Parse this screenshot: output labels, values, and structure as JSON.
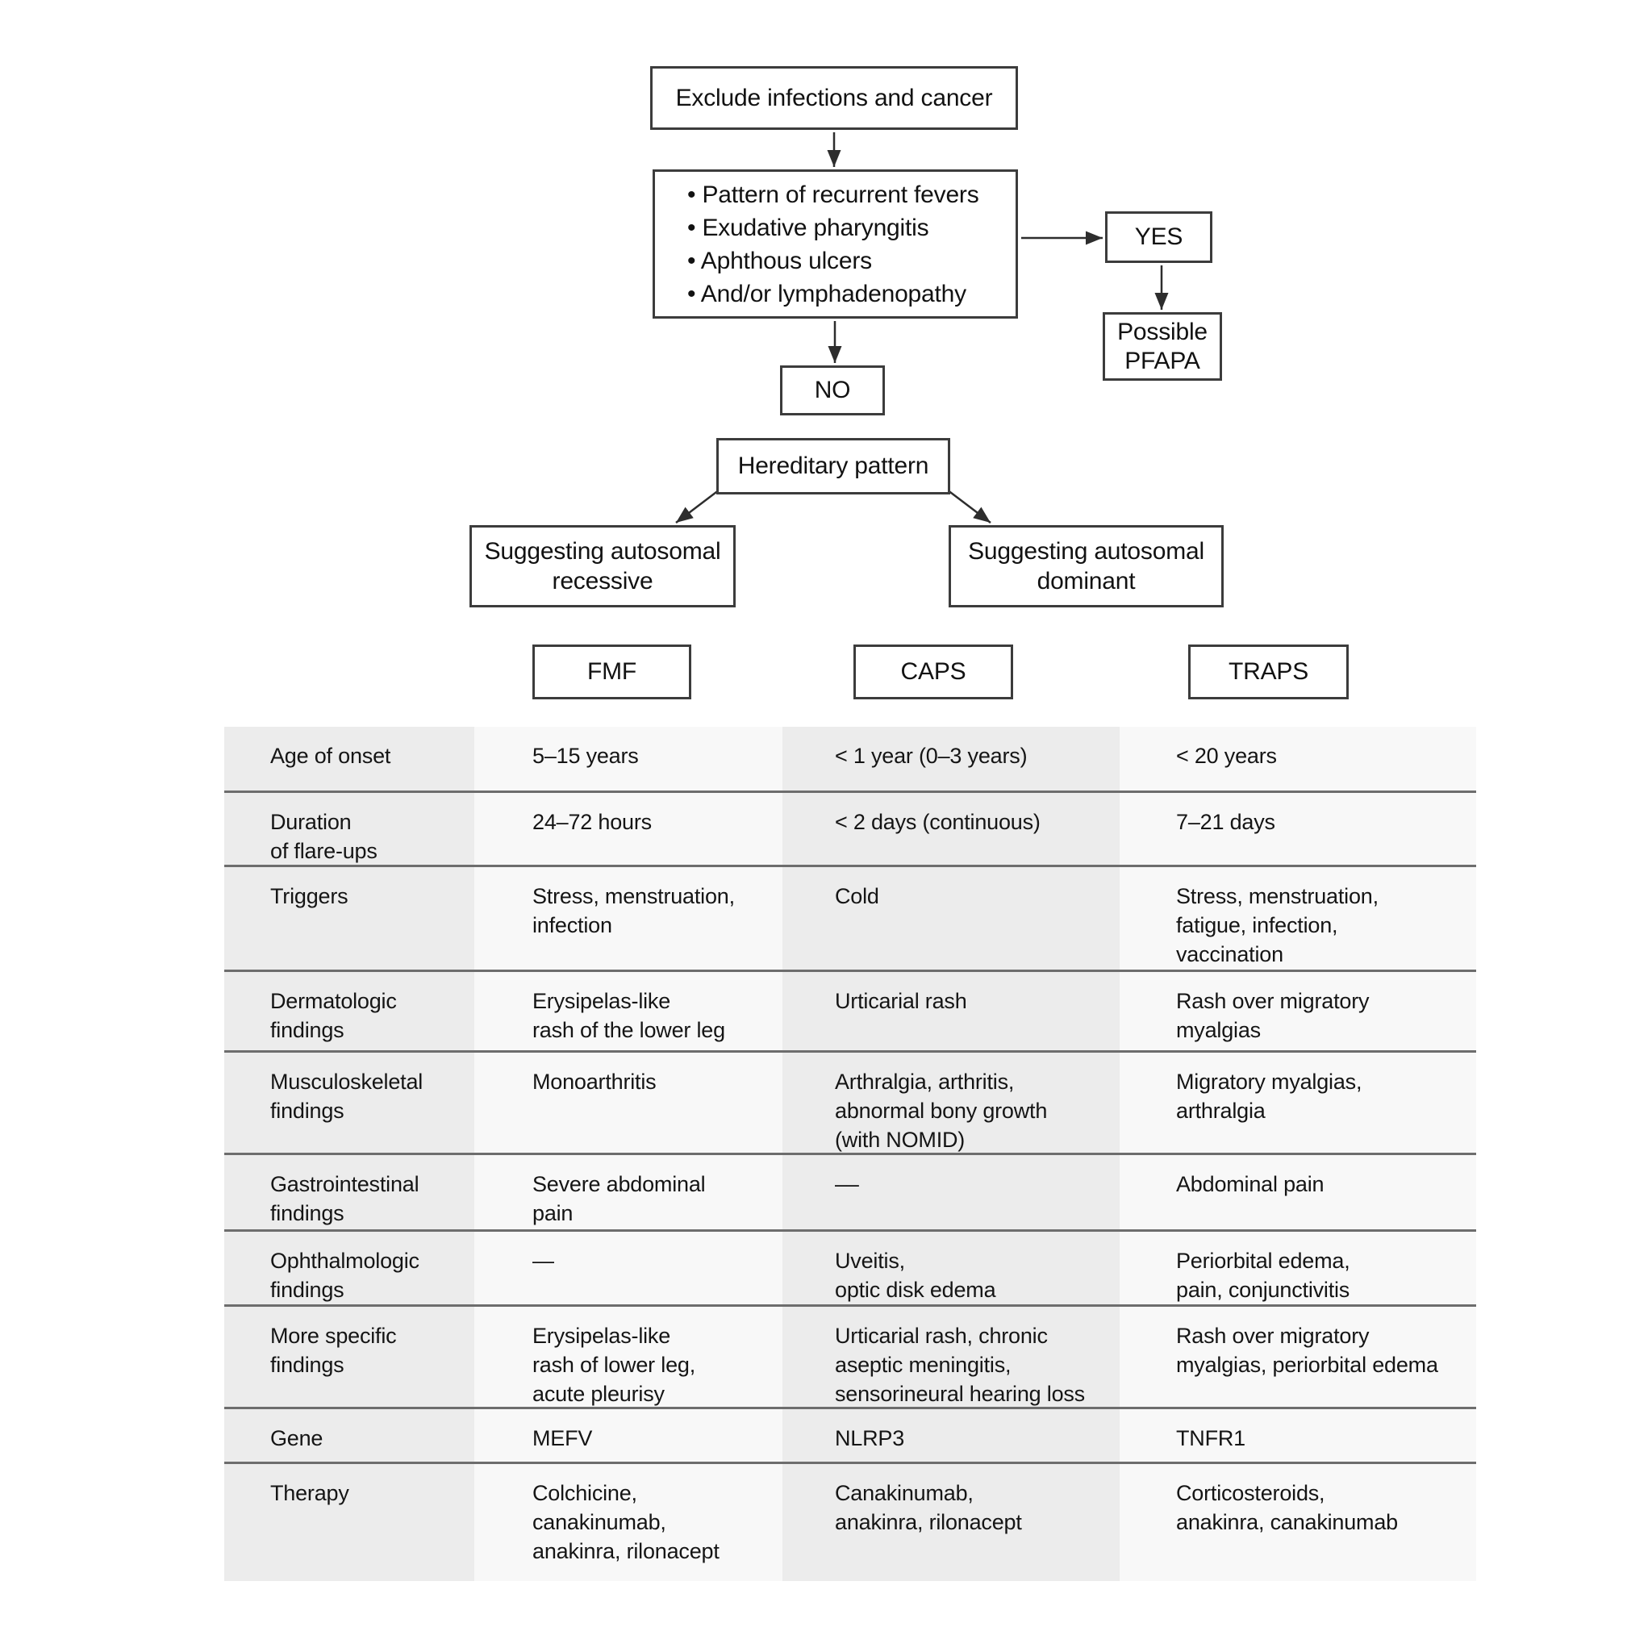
{
  "flowchart": {
    "exclude_box": "Exclude infections and cancer",
    "criteria_box": "• Pattern of recurrent fevers\n• Exudative pharyngitis\n• Aphthous ulcers\n• And/or lymphadenopathy",
    "yes_box": "YES",
    "pfapa_box": "Possible\nPFAPA",
    "no_box": "NO",
    "hereditary_box": "Hereditary pattern",
    "recessive_box": "Suggesting autosomal\nrecessive",
    "dominant_box": "Suggesting autosomal\ndominant"
  },
  "columns": [
    "FMF",
    "CAPS",
    "TRAPS"
  ],
  "table": {
    "rows": [
      {
        "label": "Age of onset",
        "fmf": "5–15 years",
        "caps": "< 1 year (0–3 years)",
        "traps": "< 20 years"
      },
      {
        "label": "Duration\nof flare-ups",
        "fmf": "24–72 hours",
        "caps": "< 2 days (continuous)",
        "traps": "7–21 days"
      },
      {
        "label": "Triggers",
        "fmf": "Stress, menstruation,\ninfection",
        "caps": "Cold",
        "traps": "Stress, menstruation,\nfatigue, infection,\nvaccination"
      },
      {
        "label": "Dermatologic\nfindings",
        "fmf": "Erysipelas-like\nrash of the lower leg",
        "caps": "Urticarial rash",
        "traps": "Rash over migratory\nmyalgias"
      },
      {
        "label": "Musculoskeletal\nfindings",
        "fmf": "Monoarthritis",
        "caps": "Arthralgia, arthritis,\nabnormal bony growth\n(with NOMID)",
        "traps": "Migratory myalgias,\narthralgia"
      },
      {
        "label": "Gastrointestinal\nfindings",
        "fmf": "Severe abdominal\npain",
        "caps": "––",
        "traps": "Abdominal pain"
      },
      {
        "label": "Ophthalmologic\nfindings",
        "fmf": "—",
        "caps": "Uveitis,\noptic disk edema",
        "traps": "Periorbital edema,\npain, conjunctivitis"
      },
      {
        "label": "More specific\nfindings",
        "fmf": "Erysipelas-like\nrash of lower leg,\nacute pleurisy",
        "caps": "Urticarial rash, chronic\naseptic meningitis,\nsensorineural hearing loss",
        "traps": "Rash over migratory\nmyalgias, periorbital edema"
      },
      {
        "label": "Gene",
        "fmf": "MEFV",
        "caps": "NLRP3",
        "traps": "TNFR1"
      },
      {
        "label": "Therapy",
        "fmf": "Colchicine,\ncanakinumab,\nanakinra, rilonacept",
        "caps": "Canakinumab,\nanakinra, rilonacept",
        "traps": "Corticosteroids,\nanakinra, canakinumab"
      }
    ]
  },
  "colors": {
    "background": "#ffffff",
    "box_border": "#3c3c3c",
    "arrow": "#2d2d2d",
    "table_shade_dark": "#ececec",
    "table_shade_light": "#f8f8f8",
    "table_rule": "#6d6d6d",
    "text": "#141414"
  }
}
